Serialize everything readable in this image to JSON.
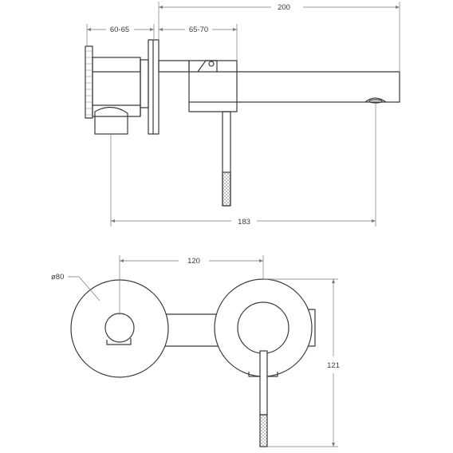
{
  "dimensions": {
    "spout_length": "200",
    "wall_depth": "60-65",
    "body_offset": "65-70",
    "outlet_distance": "183",
    "center_distance": "120",
    "plate_diameter": "ø80",
    "handle_height": "121"
  },
  "colors": {
    "line": "#3a3a3a",
    "dimension": "#7a7a7a",
    "background": "#ffffff"
  }
}
